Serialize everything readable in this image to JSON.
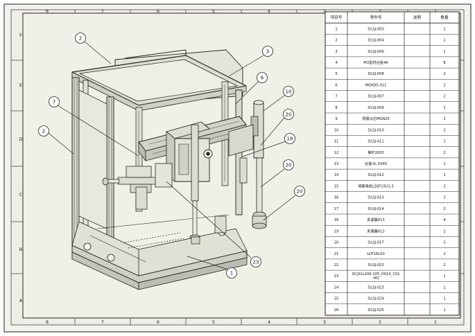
{
  "zones": {
    "top": [
      "8",
      "7",
      "6",
      "5",
      "4",
      "3",
      "2",
      "1"
    ],
    "side": [
      "F",
      "E",
      "D",
      "C",
      "B",
      "A"
    ]
  },
  "bom": {
    "headers": [
      "项目号",
      "零件号",
      "说明",
      "数量"
    ],
    "rows": [
      [
        "1",
        "DLSJ-003",
        "",
        "1"
      ],
      [
        "2",
        "DLSJ-004",
        "",
        "1"
      ],
      [
        "3",
        "DLSJ-006",
        "",
        "1"
      ],
      [
        "4",
        "M3型材合金4A",
        "",
        "8"
      ],
      [
        "5",
        "DLSJ-008",
        "",
        "2"
      ],
      [
        "6",
        "MGN35-011",
        "",
        "2"
      ],
      [
        "7",
        "DLSJ-007",
        "",
        "2"
      ],
      [
        "8",
        "DLSJ-009",
        "",
        "2"
      ],
      [
        "9",
        "伺服马达MGN25",
        "",
        "2"
      ],
      [
        "10",
        "DLSJ-010",
        "",
        "2"
      ],
      [
        "11",
        "DLSJ-011",
        "",
        "1"
      ],
      [
        "12",
        "推杆2005",
        "",
        "2"
      ],
      [
        "13",
        "合金UL.5X40",
        "",
        "1"
      ],
      [
        "14",
        "DLSJ-012",
        "",
        "1"
      ],
      [
        "15",
        "伺服电机LSSF15U1.5",
        "",
        "2"
      ],
      [
        "16",
        "DLSJ-013",
        "",
        "2"
      ],
      [
        "17",
        "DLSJ-014",
        "",
        "2"
      ],
      [
        "18",
        "夹紧器013",
        "",
        "4"
      ],
      [
        "19",
        "夹紧器013",
        "",
        "2"
      ],
      [
        "20",
        "DLSJ-017",
        "",
        "2"
      ],
      [
        "21",
        "LUF16L00",
        "",
        "2"
      ],
      [
        "22",
        "DLSJ-022",
        "",
        "2"
      ],
      [
        "23",
        "SCJ32x100-105_D010_CS1-M2",
        "",
        "1"
      ],
      [
        "24",
        "DLSJ-023",
        "",
        "1"
      ],
      [
        "25",
        "DLSJ-024",
        "",
        "1"
      ],
      [
        "26",
        "DLSJ-025",
        "",
        "1"
      ]
    ]
  },
  "balloons": [
    "2",
    "3",
    "6",
    "10",
    "7",
    "2",
    "20",
    "18",
    "20",
    "20",
    "23",
    "1"
  ]
}
